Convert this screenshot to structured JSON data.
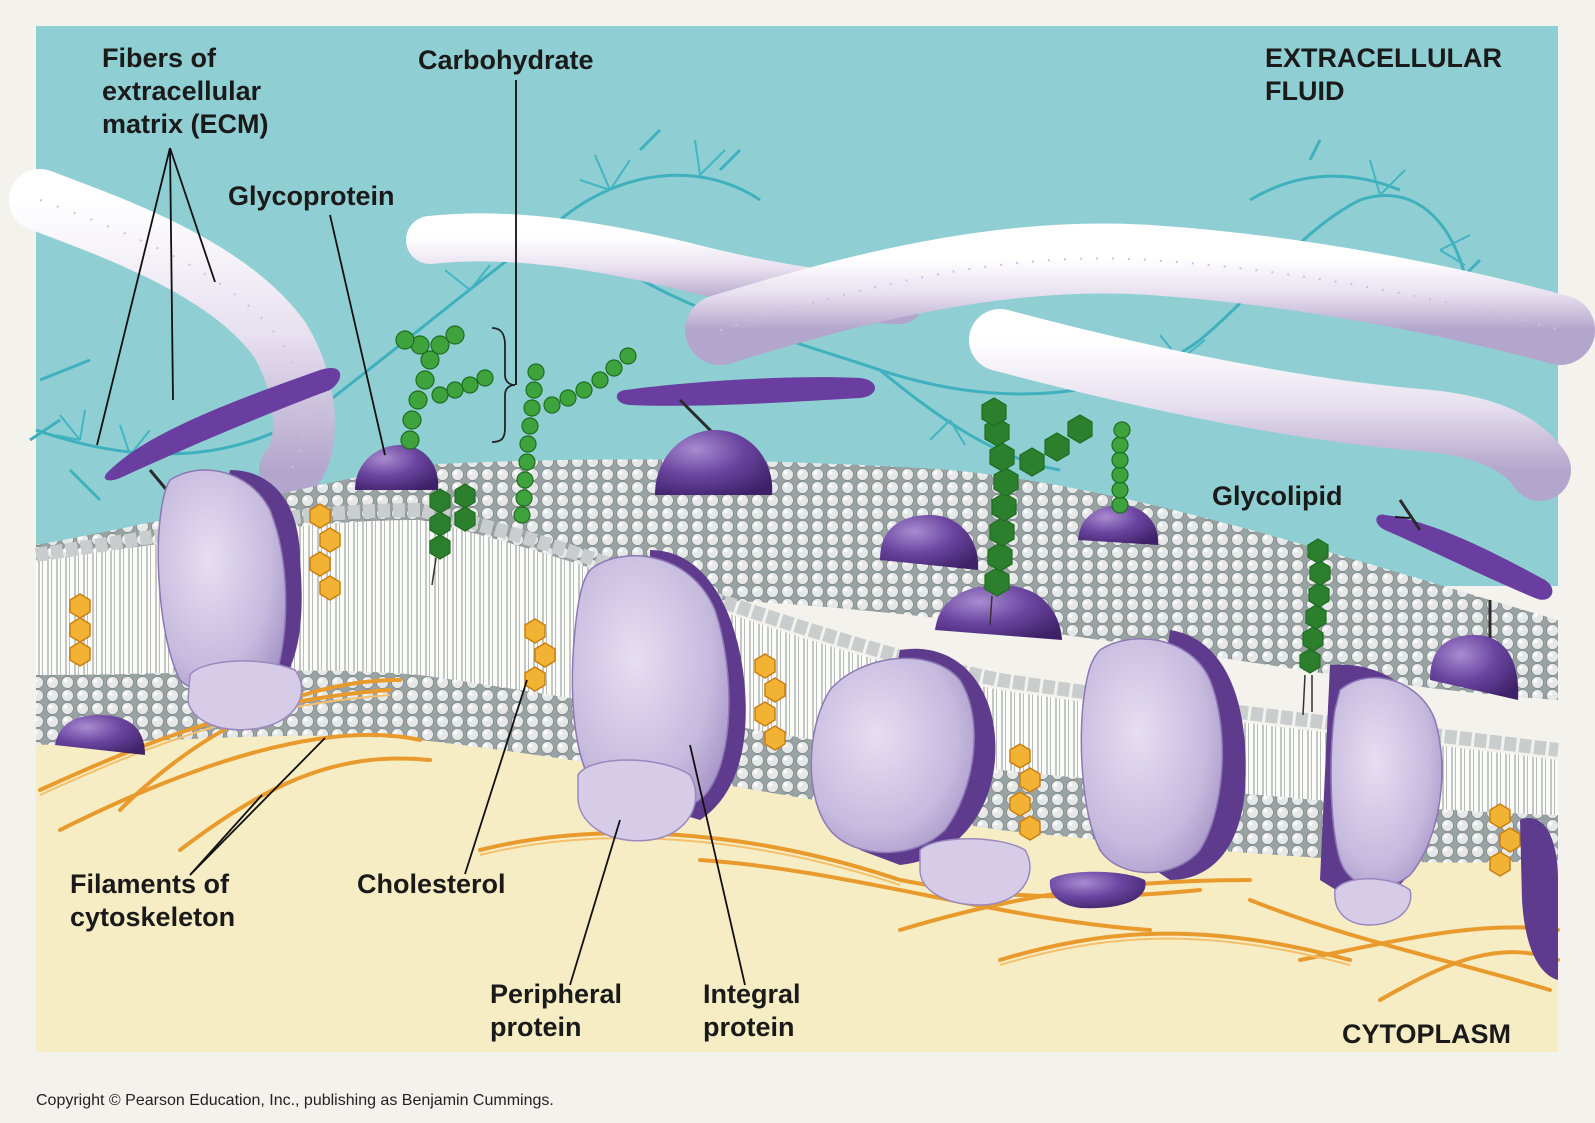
{
  "labels": {
    "ecm_fibers": "Fibers of\nextracellular\nmatrix (ECM)",
    "carbohydrate": "Carbohydrate",
    "glycoprotein": "Glycoprotein",
    "extracellular_fluid": "EXTRACELLULAR\nFLUID",
    "glycolipid": "Glycolipid",
    "filaments": "Filaments of\ncytoskeleton",
    "cholesterol": "Cholesterol",
    "peripheral_protein": "Peripheral\nprotein",
    "integral_protein": "Integral\nprotein",
    "cytoplasm": "CYTOPLASM"
  },
  "copyright": "Copyright © Pearson Education, Inc., publishing as Benjamin Cummings.",
  "colors": {
    "extracellular": "#8fcfd3",
    "cytoplasm": "#f7edc4",
    "phospholipid_head": "#d9dcdc",
    "integral_protein": "#c9bedf",
    "protein_dark": "#5e3b8d",
    "carbohydrate": "#3ea33d",
    "cholesterol": "#f2b233",
    "cytoskeleton": "#e99a2c",
    "ecm_fiber": "#e3dbec"
  }
}
